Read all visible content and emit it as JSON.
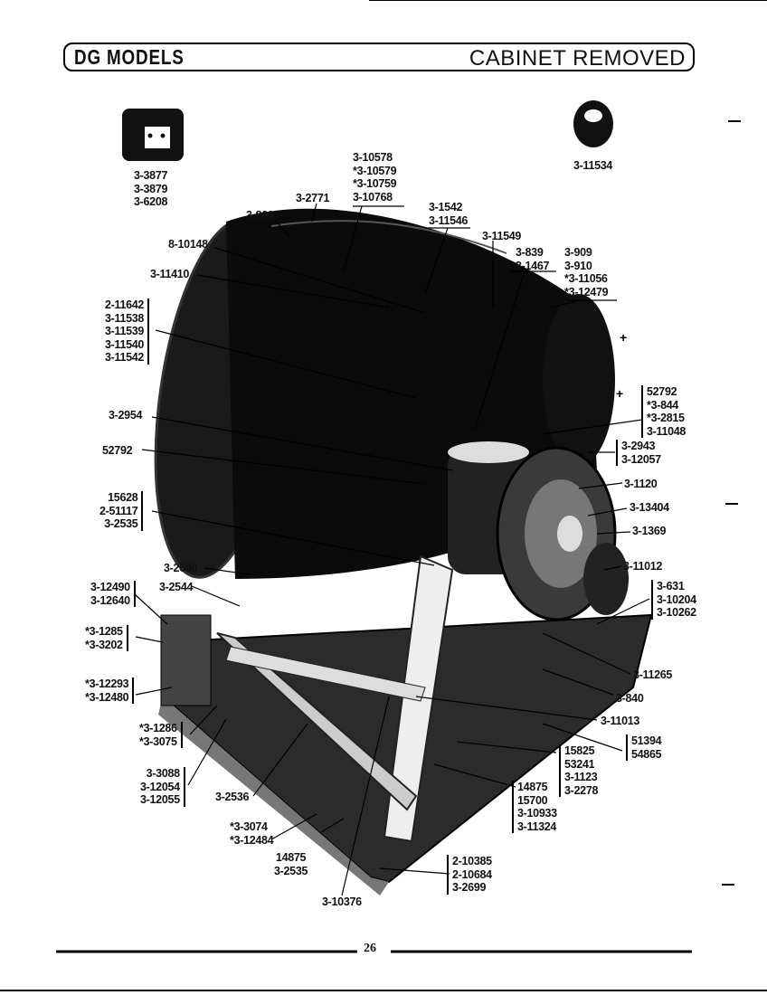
{
  "header": {
    "left_title": "DG MODELS",
    "right_title": "CABINET REMOVED"
  },
  "page_number": "26",
  "labels": {
    "l1": [
      "3-3877",
      "3-3879",
      "3-6208"
    ],
    "l2": [
      "3-11534"
    ],
    "l3": [
      "3-10578",
      "*3-10579",
      "*3-10759",
      "3-10768"
    ],
    "l4": [
      "3-2771"
    ],
    "l5": [
      "3-860"
    ],
    "l6": [
      "3-1542",
      "3-11546"
    ],
    "l7": [
      "3-11549"
    ],
    "l8": [
      "3-839",
      "3-1467"
    ],
    "l9": [
      "3-909",
      "3-910",
      "*3-11056",
      "*3-12479"
    ],
    "l10": [
      "8-10148"
    ],
    "l11": [
      "3-11410"
    ],
    "l12": [
      "2-11642",
      "3-11538",
      "3-11539",
      "3-11540",
      "3-11542"
    ],
    "l13": [
      "52792",
      "*3-844",
      "*3-2815",
      "3-11048"
    ],
    "l14": [
      "3-2954"
    ],
    "l15": [
      "52792"
    ],
    "l16": [
      "3-2943",
      "3-12057"
    ],
    "l17": [
      "3-1120"
    ],
    "l18": [
      "15628",
      "2-51117",
      "3-2535"
    ],
    "l19": [
      "3-13404"
    ],
    "l20": [
      "3-1369"
    ],
    "l21": [
      "3-11012"
    ],
    "l22": [
      "3-2680"
    ],
    "l23": [
      "3-12490",
      "3-12640"
    ],
    "l24": [
      "3-2544"
    ],
    "l25": [
      "3-631",
      "3-10204",
      "3-10262"
    ],
    "l26": [
      "*3-1285",
      "*3-3202"
    ],
    "l27": [
      "3-11265"
    ],
    "l28": [
      "*3-12293",
      "*3-12480"
    ],
    "l29": [
      "3-840"
    ],
    "l30": [
      "3-11013"
    ],
    "l31": [
      "*3-1286",
      "*3-3075"
    ],
    "l32": [
      "51394",
      "54865"
    ],
    "l33": [
      "15825",
      "53241",
      "3-1123",
      "3-2278"
    ],
    "l34": [
      "3-3088",
      "3-12054",
      "3-12055"
    ],
    "l35": [
      "3-2536"
    ],
    "l36": [
      "14875",
      "15700",
      "3-10933",
      "3-11324"
    ],
    "l37": [
      "*3-3074",
      "*3-12484"
    ],
    "l38": [
      "14875",
      "3-2535"
    ],
    "l39": [
      "2-10385",
      "2-10684",
      "3-2699"
    ],
    "l40": [
      "3-10376"
    ]
  }
}
